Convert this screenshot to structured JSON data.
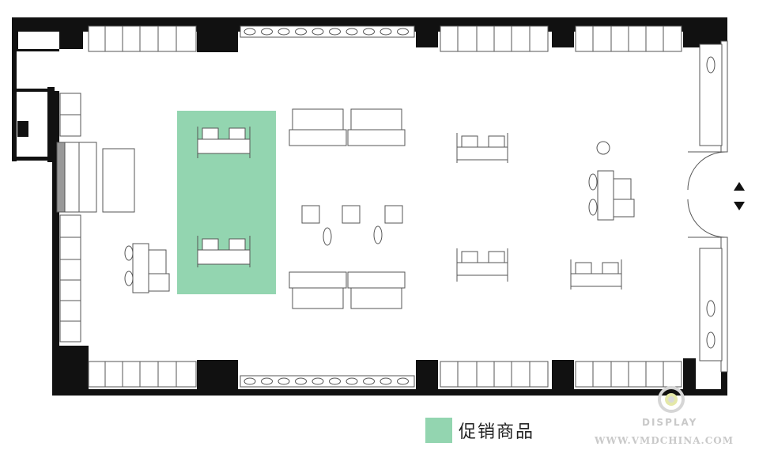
{
  "legend": {
    "label": "促销商品",
    "color": "#93d5b0"
  },
  "watermark": {
    "brand": "DISPLAY",
    "url": "WWW.VMDCHINA.COM"
  },
  "colors": {
    "wall": "#111111",
    "line": "#444444",
    "promo": "#93d5b0"
  },
  "icons": [
    "entrance-arrow-up-icon",
    "entrance-arrow-down-icon",
    "vmd-logo-icon"
  ]
}
